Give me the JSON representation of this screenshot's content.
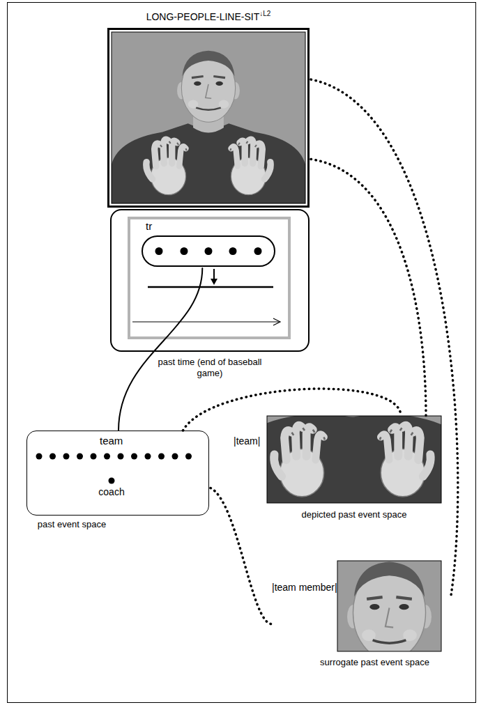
{
  "diagram": {
    "nodes": [
      {
        "text": [
          "LONG-PEOPLE-LINE-SIT"
        ]
      },
      {
        "text": [
          "past time (end of baseball game)"
        ]
      },
      {
        "text": [
          "tr"
        ],
        "in": 1
      },
      {
        "text": [
          "team",
          "coach",
          "past event space"
        ]
      },
      {
        "text": [
          "|team|",
          "depicted past event space"
        ]
      },
      {
        "text": [
          "|team member|",
          "surrogate past event space"
        ]
      }
    ],
    "edges": [
      {
        "from": 2,
        "to": 3,
        "arrow": "none"
      },
      {
        "from": 0,
        "to": 4,
        "arrow": "none"
      },
      {
        "from": 0,
        "to": 5,
        "arrow": "none"
      },
      {
        "from": 3,
        "to": 4,
        "arrow": "none"
      },
      {
        "from": 3,
        "to": 5,
        "arrow": "none"
      }
    ],
    "labels": [
      "↓L2"
    ]
  }
}
